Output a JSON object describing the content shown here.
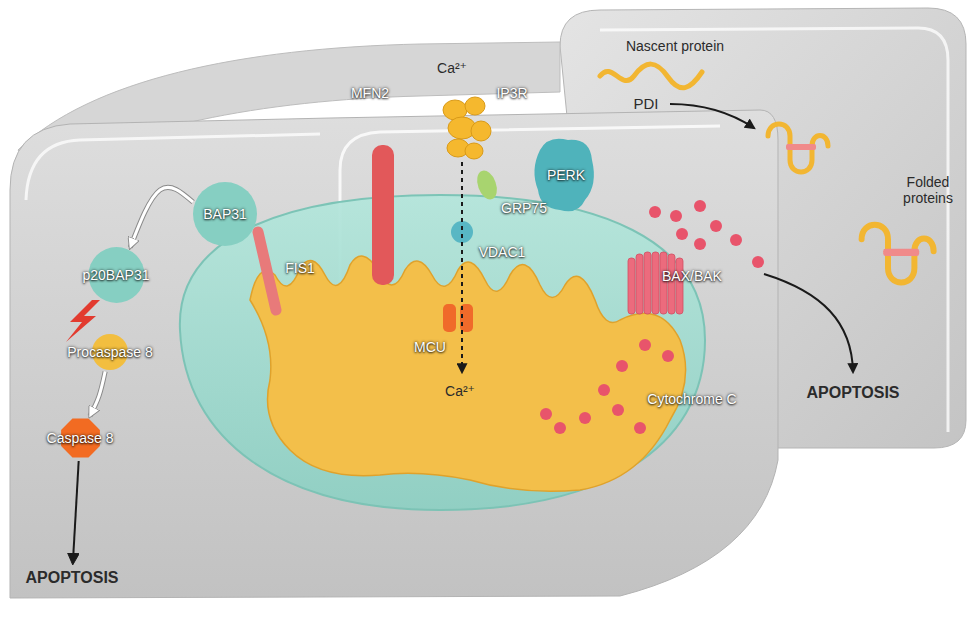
{
  "diagram": {
    "nodes": [
      {
        "text": [
          "BAP31"
        ]
      },
      {
        "text": [
          "p20BAP31"
        ]
      },
      {
        "text": [
          "Procaspase 8"
        ]
      },
      {
        "text": [
          "Caspase 8"
        ]
      },
      {
        "text": [
          "APOPTOSIS"
        ]
      },
      {
        "text": [
          "APOPTOSIS"
        ]
      }
    ],
    "edges": [
      {
        "from": 0,
        "to": 1,
        "arrow": "to"
      },
      {
        "from": 2,
        "to": 3,
        "arrow": "to"
      },
      {
        "from": 3,
        "to": 4,
        "arrow": "to"
      }
    ],
    "labels": [
      "Nascent protein",
      "Ca²⁺",
      "IP3R",
      "MFN2",
      "PDI",
      "PERK",
      "GRP75",
      "Folded proteins",
      "VDAC1",
      "FIS1",
      "BAX/BAK",
      "MCU",
      "Ca²⁺",
      "Cytochrome C"
    ]
  }
}
